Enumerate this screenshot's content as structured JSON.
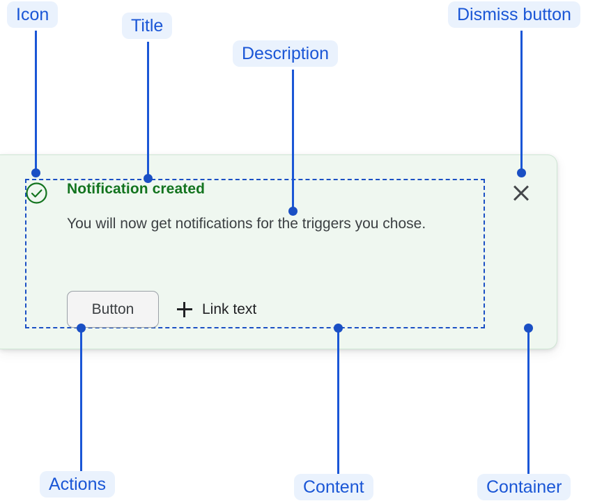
{
  "notification": {
    "icon": "check-circle-icon",
    "title": "Notification created",
    "description": "You will now get notifications for the triggers you chose.",
    "actions": {
      "button_label": "Button",
      "link_icon": "plus-icon",
      "link_label": "Link text"
    },
    "dismiss_icon": "close-icon"
  },
  "annotations": [
    {
      "id": "icon",
      "label": "Icon"
    },
    {
      "id": "title",
      "label": "Title"
    },
    {
      "id": "description",
      "label": "Description"
    },
    {
      "id": "dismiss-button",
      "label": "Dismiss button"
    },
    {
      "id": "actions",
      "label": "Actions"
    },
    {
      "id": "content",
      "label": "Content"
    },
    {
      "id": "container",
      "label": "Container"
    }
  ],
  "colors": {
    "annotation_text": "#1a56d6",
    "annotation_pill_bg": "#eaf2fd",
    "leader_line": "#1a4fc4",
    "card_bg": "#eff7f0",
    "card_border": "#cfe6d4",
    "success_green": "#13741f",
    "description_text": "#3c4043",
    "button_bg": "#f4f4f4",
    "button_border": "#9aa0a6",
    "link_text": "#202124",
    "dismiss_icon": "#44474a"
  }
}
